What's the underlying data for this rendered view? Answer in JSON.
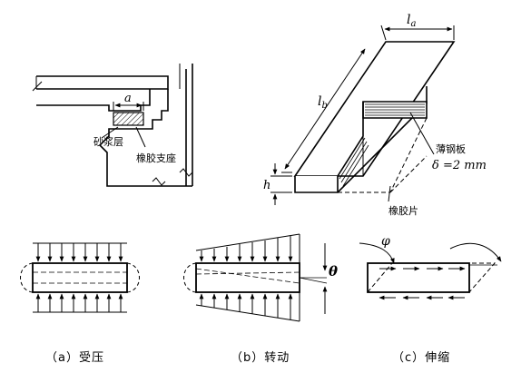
{
  "top_left": {
    "dim_a": "a",
    "mortar_label": "砂浆层",
    "bearing_label": "橡胶支座"
  },
  "top_right": {
    "dim_la_main": "l",
    "dim_la_sub": "a",
    "dim_lb_main": "l",
    "dim_lb_sub": "b",
    "dim_h": "h",
    "steel_label": "薄钢板",
    "delta_label": "δ =2 mm",
    "rubber_label": "橡胶片"
  },
  "captions": {
    "a": "（a）受压",
    "b": "（b）转动",
    "c": "（c）伸缩"
  },
  "symbols": {
    "theta": "θ",
    "phi": "φ"
  }
}
